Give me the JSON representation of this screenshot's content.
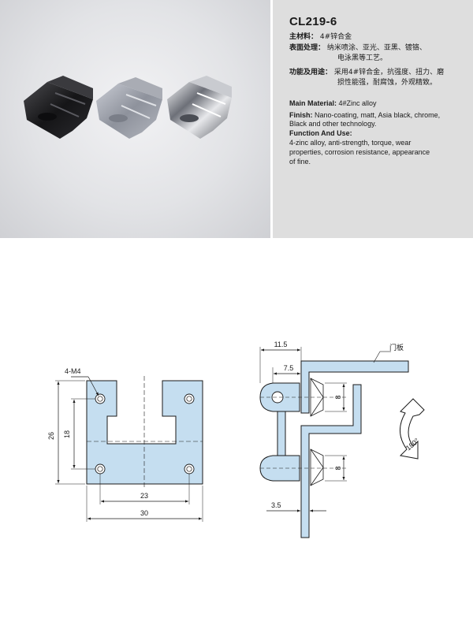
{
  "spec": {
    "model": "CL219-6",
    "zh": {
      "material_label": "主材料：",
      "material_value": "4#锌合金",
      "finish_label": "表面处理：",
      "finish_line1": "纳米喷涂、亚光、亚黑、镀铬、",
      "finish_line2": "电泳黑等工艺。",
      "function_label": "功能及用途：",
      "function_line1": "采用4#锌合金，抗强度、扭力、磨",
      "function_line2": "损性能强，耐腐蚀，外观精致。"
    },
    "en": {
      "material_label": "Main Material:",
      "material_value": "4#Zinc alloy",
      "finish_label": "Finish:",
      "finish_line1": "Nano-coating, matt, Asia black, chrome,",
      "finish_line2": "Black and other technology.",
      "function_label": "Function And Use:",
      "function_line1": "4-zinc  alloy,  anti-strength,  torque,  wear",
      "function_line2": "properties, corrosion resistance, appearance",
      "function_line3": "of fine."
    }
  },
  "photo": {
    "finishes": [
      "black",
      "matt silver",
      "chrome"
    ]
  },
  "front_view": {
    "hole_label": "4-M4",
    "dim_height": "26",
    "dim_hole_spacing_v": "18",
    "dim_hole_spacing_h": "23",
    "dim_width": "30"
  },
  "side_view": {
    "dim_top": "11.5",
    "dim_offset": "7.5",
    "dim_upper_8": "8",
    "dim_lower_8": "8",
    "dim_thickness": "3.5",
    "door_label": "门板",
    "rotation": "180°"
  },
  "colors": {
    "plate_fill": "#c5def0",
    "line": "#1a1a1a"
  }
}
